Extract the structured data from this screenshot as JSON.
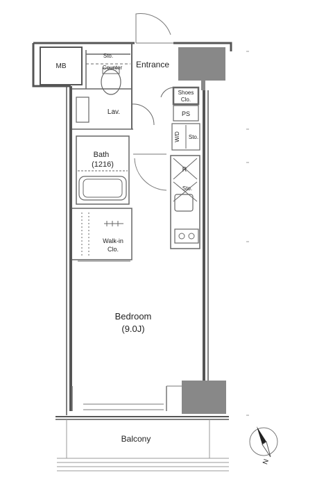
{
  "rooms": {
    "mb": "MB",
    "storage_top": "Sto.",
    "counter": "Counter",
    "entrance": "Entrance",
    "shoes_clo_1": "Shoes",
    "shoes_clo_2": "Clo.",
    "lav": "Lav.",
    "ps": "PS",
    "wd": "W/D",
    "storage_mid": "Sto.",
    "bath_1": "Bath",
    "bath_2": "(1216)",
    "refrigerator": "R",
    "storage_kitchen": "Sto.",
    "walkin_1": "Walk-in",
    "walkin_2": "Clo.",
    "bedroom_1": "Bedroom",
    "bedroom_2": "(9.0J)",
    "balcony": "Balcony"
  },
  "compass": {
    "label": "N"
  },
  "colors": {
    "wall": "#555555",
    "column": "#888888",
    "line": "#999999",
    "background": "#ffffff"
  }
}
